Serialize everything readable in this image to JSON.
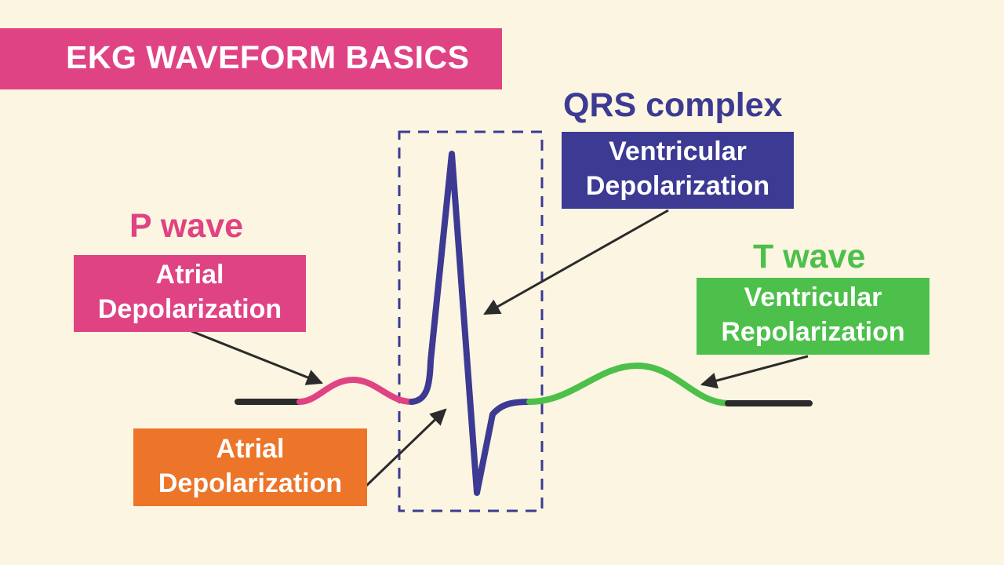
{
  "title": "EKG WAVEFORM BASICS",
  "colors": {
    "background": "#fcf5e1",
    "pink": "#e04384",
    "navy": "#3c3a93",
    "green": "#4cc04a",
    "orange": "#ec7529",
    "baseline": "#2b2b2b"
  },
  "p_wave": {
    "heading": "P wave",
    "label_line1": "Atrial",
    "label_line2": "Depolarization"
  },
  "qrs": {
    "heading": "QRS complex",
    "label_line1": "Ventricular",
    "label_line2": "Depolarization"
  },
  "t_wave": {
    "heading": "T wave",
    "label_line1": "Ventricular",
    "label_line2": "Repolarization"
  },
  "hidden_atrial": {
    "label_line1": "Atrial",
    "label_line2": "Depolarization"
  }
}
